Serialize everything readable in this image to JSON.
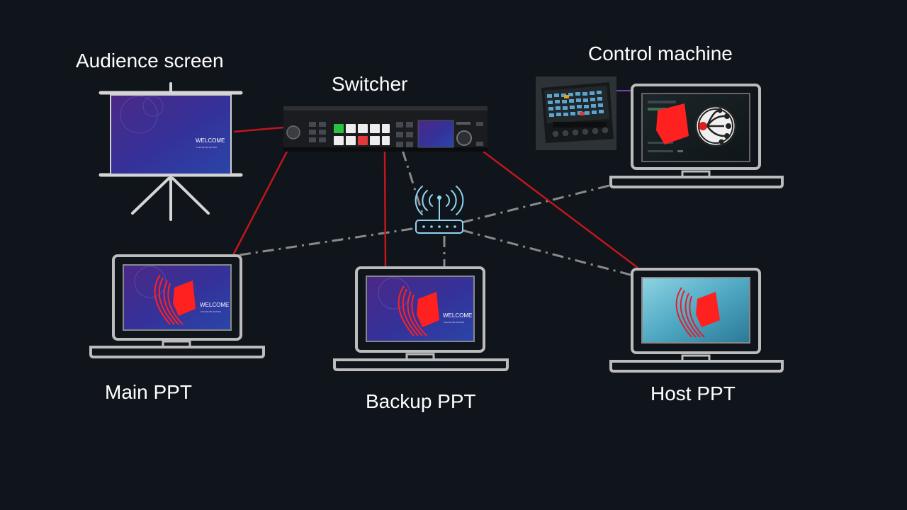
{
  "labels": {
    "audience": "Audience screen",
    "switcher": "Switcher",
    "control": "Control machine",
    "main": "Main PPT",
    "backup": "Backup PPT",
    "host": "Host PPT"
  },
  "slide": {
    "title": "WELCOME",
    "subtitle": "PLEASE BE SEATED"
  },
  "colors": {
    "background": "#10151b",
    "video_link": "#c0161c",
    "network_link": "#8a8a8a",
    "device_outline": "#bcbcbc",
    "router": "#8fd4f2",
    "slide_purple": "#4a2a8a",
    "slide_blue": "#2a3c98",
    "host_slide": "#5fb8cc",
    "accent_red": "#ff2020",
    "button_green": "#29c43d"
  },
  "icons": {
    "router": "wifi-router-icon",
    "screen": "projection-screen-icon",
    "laptop": "laptop-icon",
    "controller": "stream-deck-icon",
    "logo": "presentation-logo-icon"
  }
}
